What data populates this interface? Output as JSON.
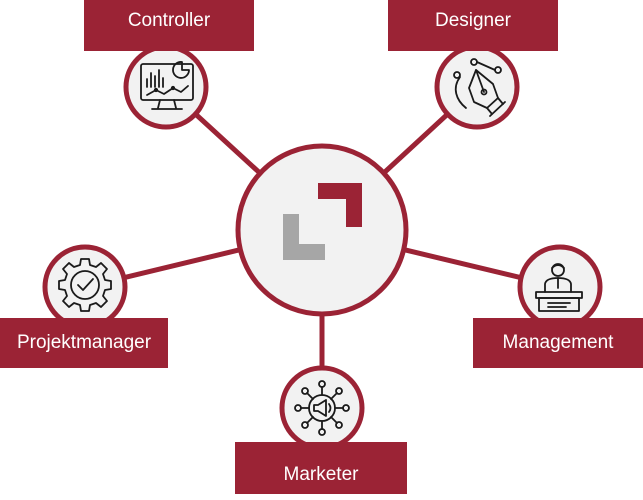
{
  "colors": {
    "accent": "#9b2335",
    "node_fill": "#f2f2f2",
    "logo_gray": "#a6a6a6",
    "icon_stroke": "#1a1a1a"
  },
  "center": {
    "logo": "corner-brackets-logo"
  },
  "roles": {
    "controller": {
      "label": "Controller",
      "icon": "monitor-chart-icon"
    },
    "designer": {
      "label": "Designer",
      "icon": "pen-tool-icon"
    },
    "projektmanager": {
      "label": "Projektmanager",
      "icon": "gear-check-icon"
    },
    "management": {
      "label": "Management",
      "icon": "manager-desk-icon"
    },
    "marketer": {
      "label": "Marketer",
      "icon": "megaphone-network-icon"
    }
  }
}
